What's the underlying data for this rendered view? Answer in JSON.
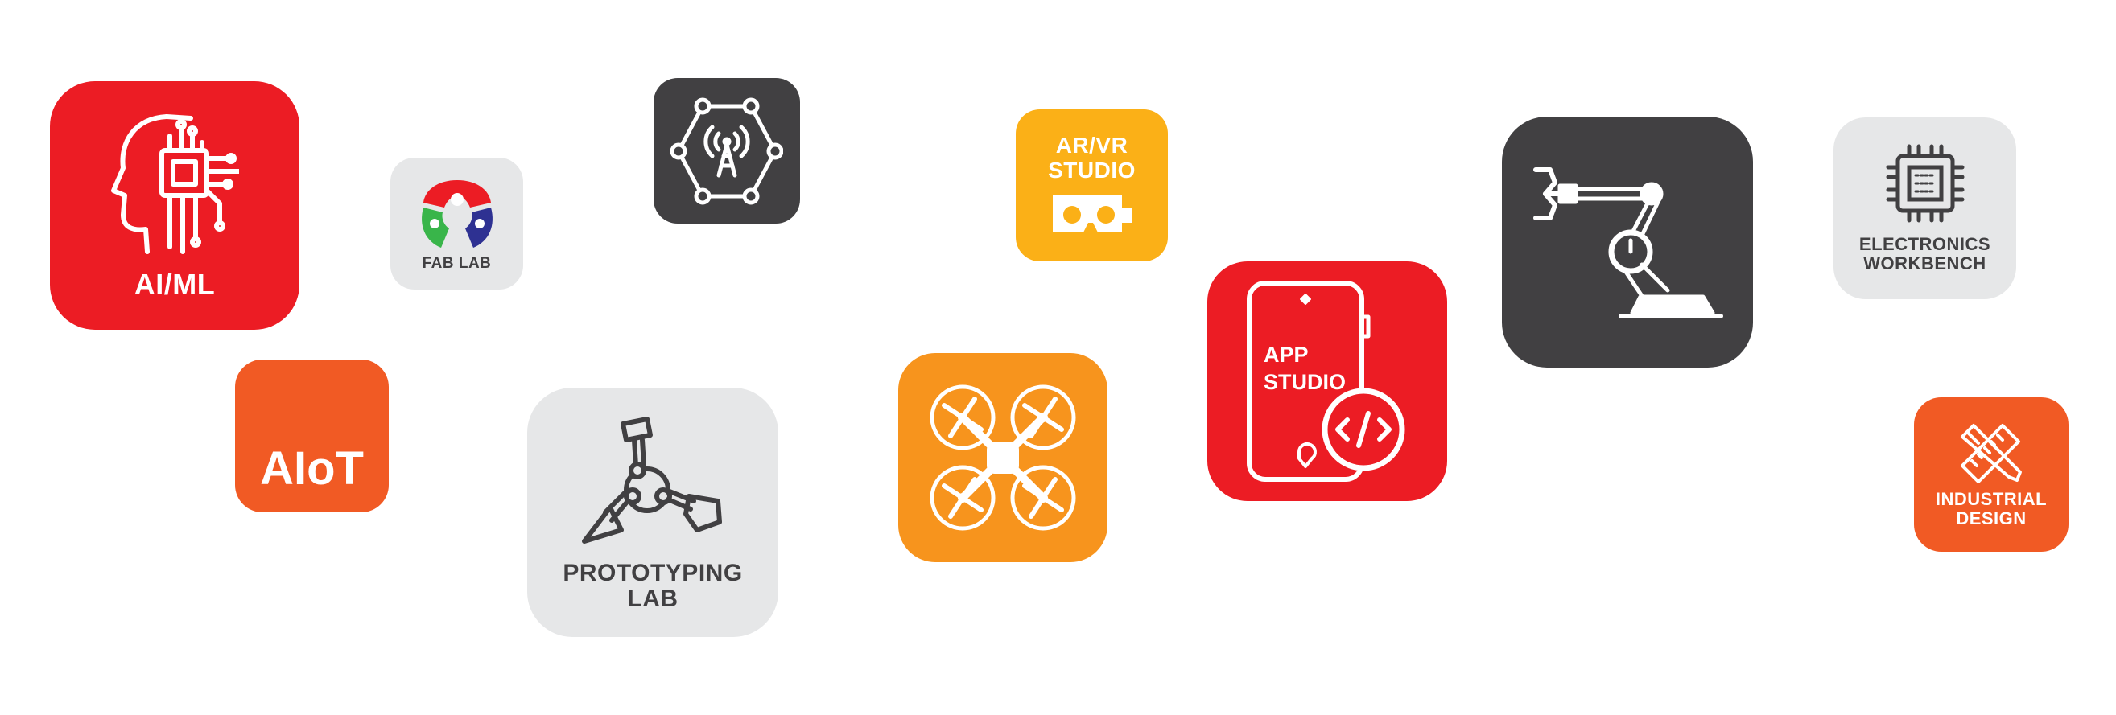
{
  "colors": {
    "red": "#ec1c24",
    "orange": "#f15a24",
    "amber": "#fbb017",
    "tangerine": "#f7941d",
    "dark": "#414042",
    "grey": "#e6e7e8"
  },
  "tiles": {
    "aiml": {
      "label": "AI/ML",
      "icon": "ai-head-chip-icon"
    },
    "fablab": {
      "label": "FAB LAB",
      "icon": "fab-lab-logo-icon"
    },
    "network": {
      "icon": "network-tower-icon"
    },
    "arvr": {
      "line1": "AR/VR",
      "line2": "STUDIO",
      "icon": "vr-headset-icon"
    },
    "appstudio": {
      "line1": "APP",
      "line2": "STUDIO",
      "icon": "phone-code-icon"
    },
    "robot": {
      "icon": "robotic-arm-icon"
    },
    "electronics": {
      "line1": "ELECTRONICS",
      "line2": "WORKBENCH",
      "icon": "microchip-icon"
    },
    "aiot": {
      "label": "AIoT"
    },
    "prototyping": {
      "line1": "PROTOTYPING",
      "line2": "LAB",
      "icon": "prototype-robot-icon"
    },
    "drone": {
      "icon": "drone-icon"
    },
    "industrial": {
      "line1": "INDUSTRIAL",
      "line2": "DESIGN",
      "icon": "pencil-ruler-icon"
    }
  }
}
